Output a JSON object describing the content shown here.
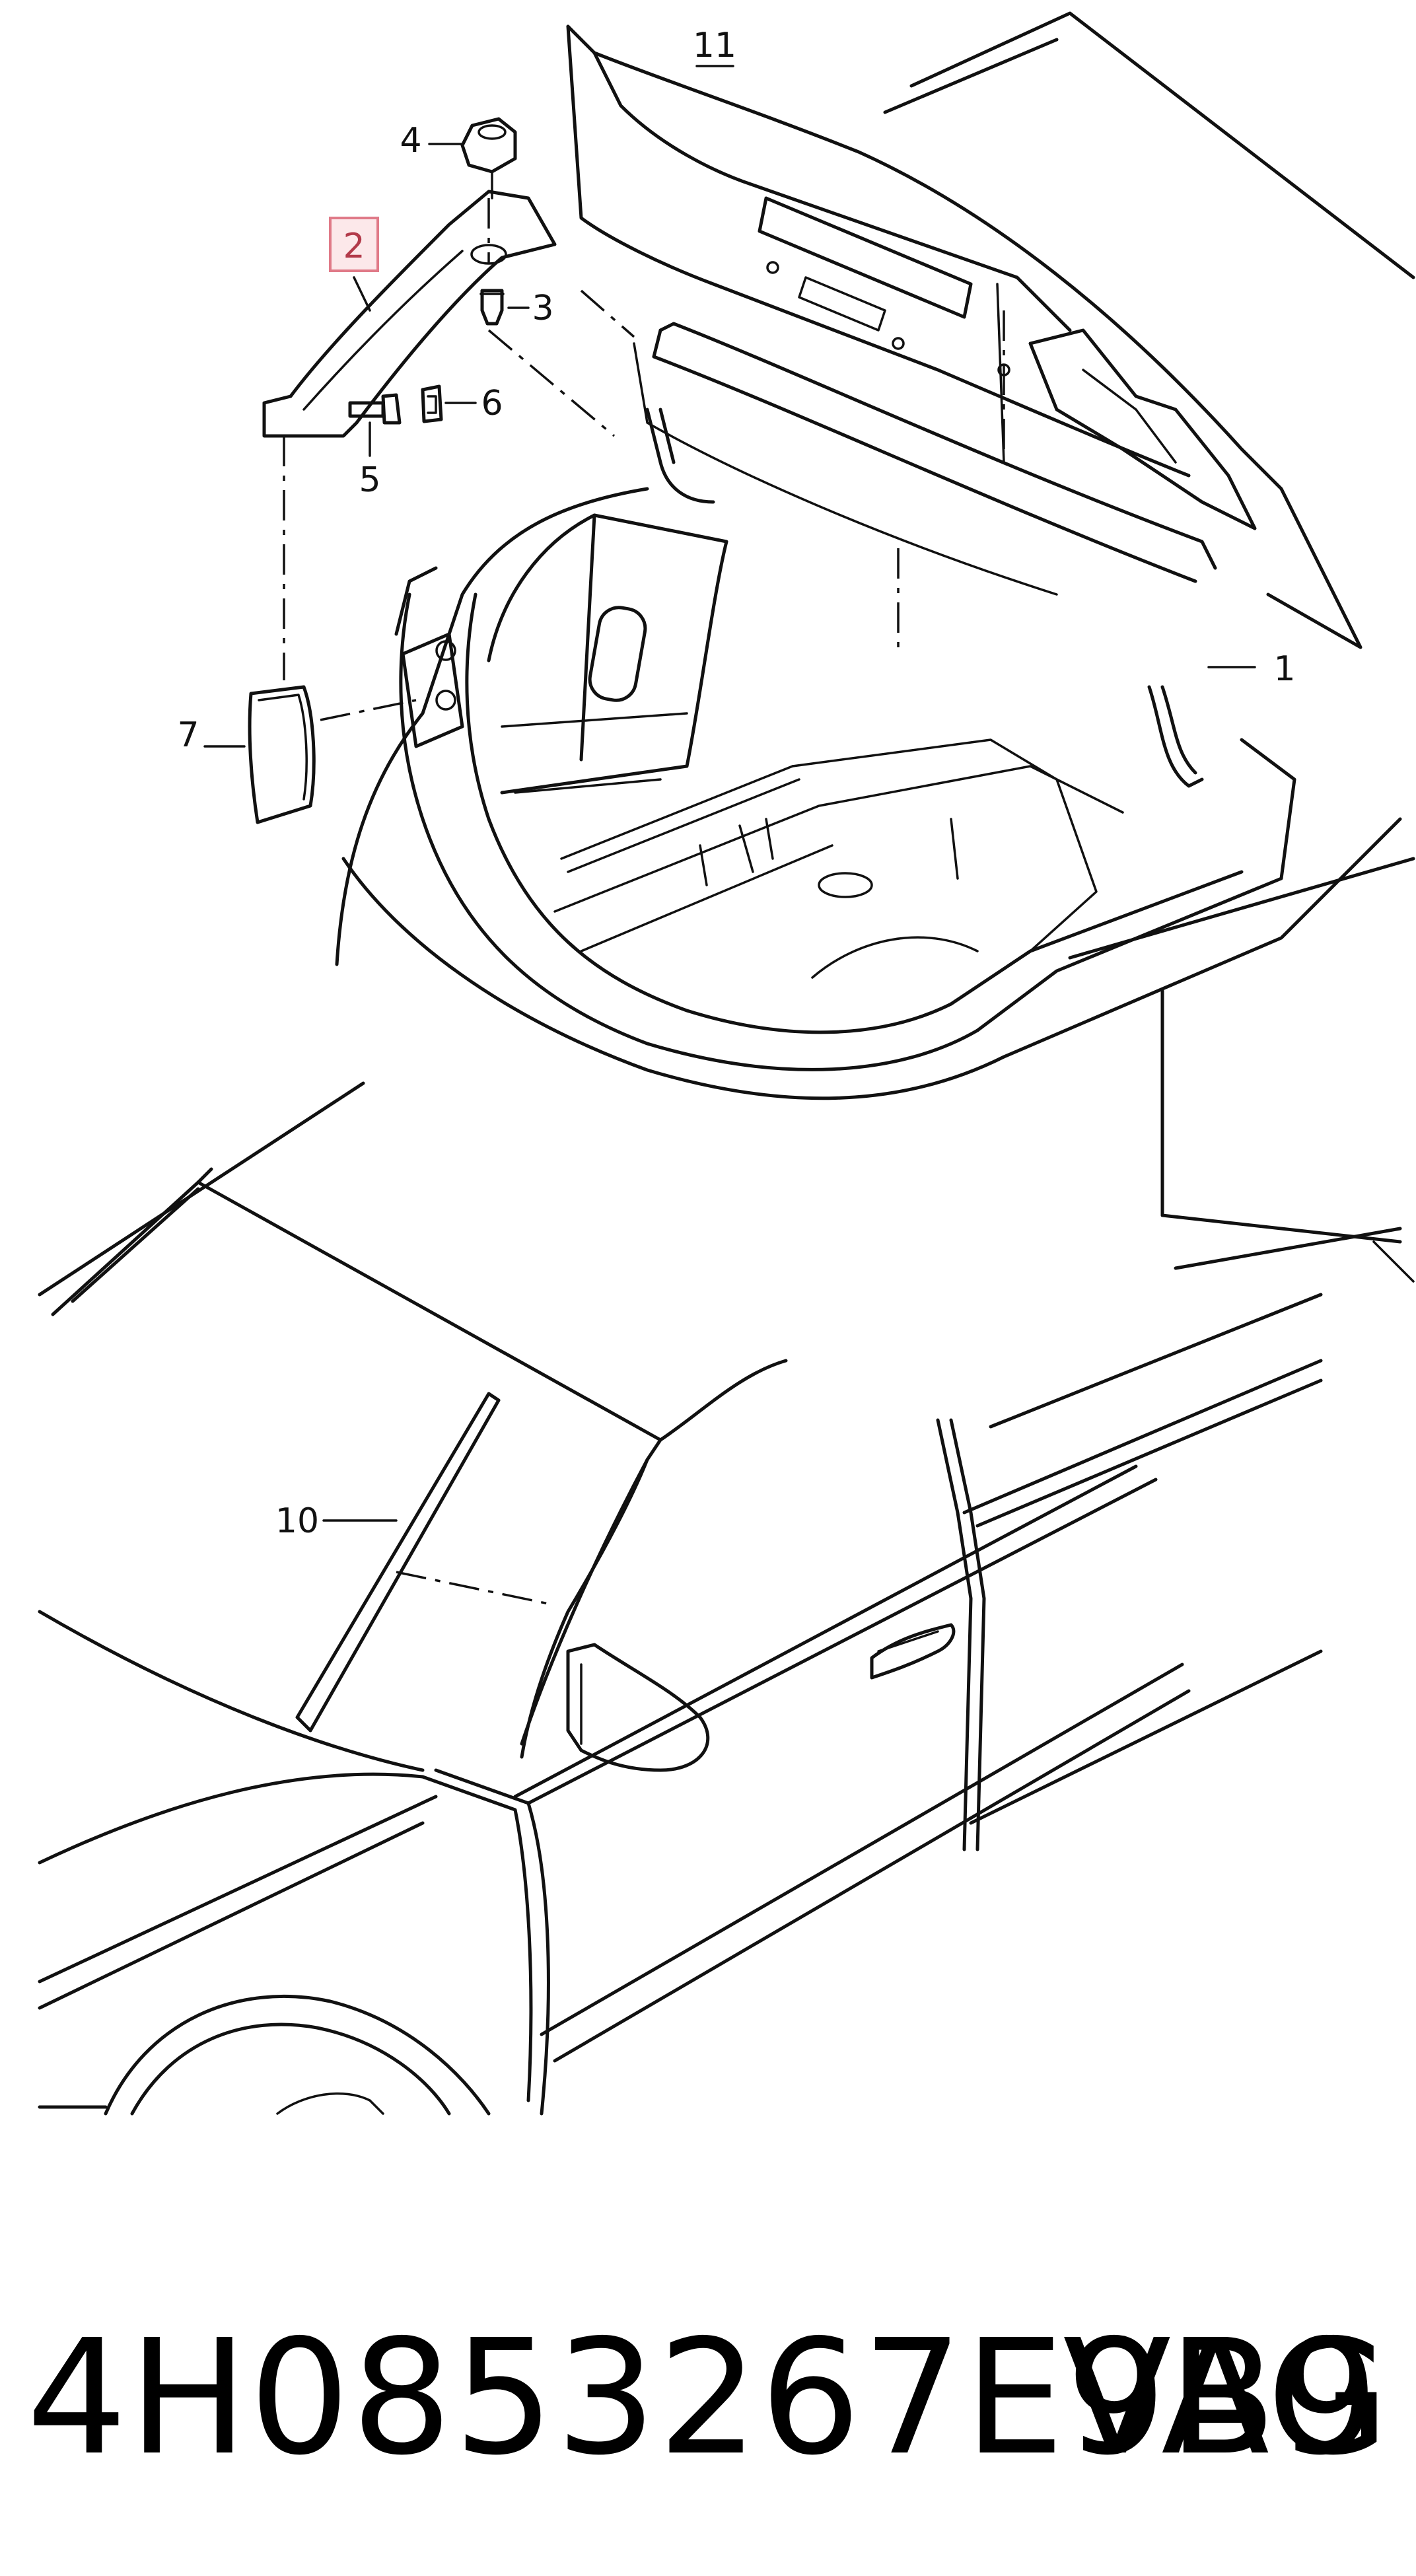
{
  "diagram": {
    "highlighted_part": "2",
    "callouts": {
      "c1": "1",
      "c2": "2",
      "c3": "3",
      "c4": "4",
      "c5": "5",
      "c6": "6",
      "c7": "7",
      "c10": "10",
      "c11": "11"
    }
  },
  "footer": {
    "part_number": "4H0853267E9B9",
    "brand": "VAG"
  },
  "colors": {
    "line": "#111111",
    "highlight_fill": "#fce8ea",
    "highlight_stroke": "#e07a88"
  }
}
